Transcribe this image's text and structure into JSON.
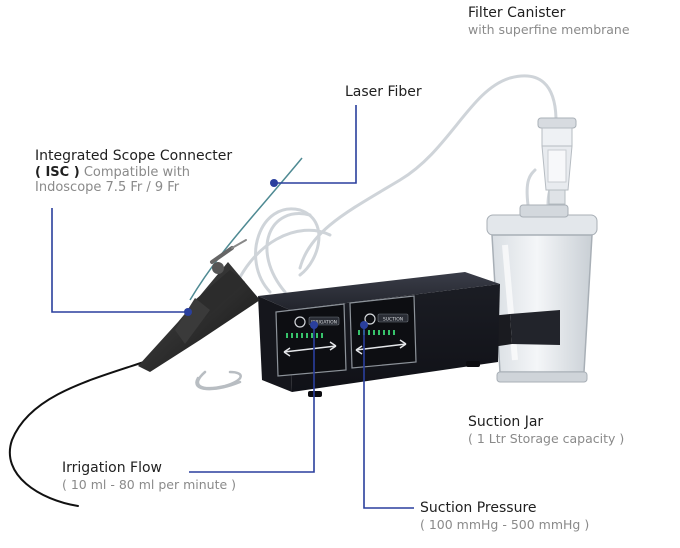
{
  "callouts": {
    "filter_canister": {
      "title": "Filter Canister",
      "subtitle": "with superfine membrane"
    },
    "laser_fiber": {
      "title": "Laser Fiber"
    },
    "isc": {
      "title": "Integrated Scope Connecter",
      "abbr": "( ISC )",
      "compat": "Compatible with",
      "compat2": "Indoscope 7.5 Fr / 9 Fr"
    },
    "irrigation_flow": {
      "title": "Irrigation Flow",
      "subtitle": "( 10 ml - 80 ml per minute )"
    },
    "suction_jar": {
      "title": "Suction Jar",
      "subtitle": "( 1 Ltr Storage capacity )"
    },
    "suction_pressure": {
      "title": "Suction Pressure",
      "subtitle": "( 100 mmHg - 500 mmHg )"
    }
  },
  "device": {
    "panel_left_label": "IRRIGATION",
    "panel_right_label": "SUCTION"
  },
  "colors": {
    "leader_line": "#2a3f9d",
    "device_body": "#1e2028",
    "panel": "#111318",
    "led": "#37c36b"
  }
}
